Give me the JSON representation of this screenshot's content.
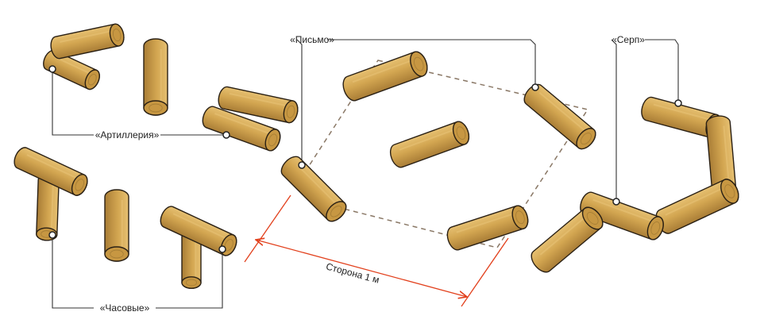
{
  "labels": {
    "artillery": "«Артиллерия»",
    "sentries": "«Часовые»",
    "letter": "«Письмо»",
    "sickle": "«Серп»",
    "side": "Сторона 1 м"
  },
  "colors": {
    "wood_body": "#d3a651",
    "wood_light": "#e6c072",
    "wood_dark": "#8e6a2c",
    "end_face": "#c79742",
    "outline": "#2a2014",
    "leader": "#333333",
    "dash": "#8a7866",
    "dimension": "#e2401c"
  }
}
